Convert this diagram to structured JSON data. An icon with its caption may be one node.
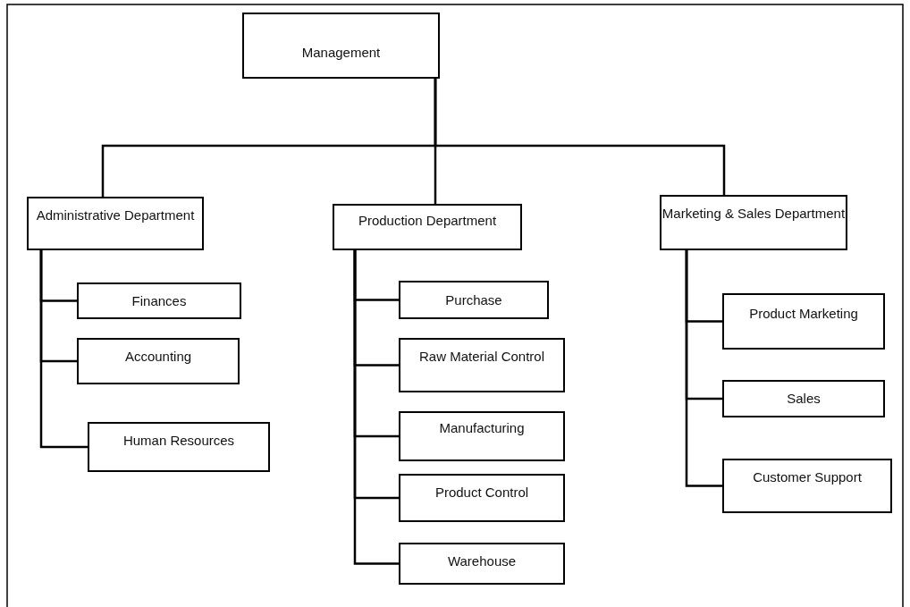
{
  "diagram": {
    "nodes": [
      {
        "text": [
          "Management"
        ]
      },
      {
        "text": [
          "Administrative Department"
        ]
      },
      {
        "text": [
          "Production Department"
        ]
      },
      {
        "text": [
          "Marketing & Sales Department"
        ]
      },
      {
        "text": [
          "Finances"
        ]
      },
      {
        "text": [
          "Accounting"
        ]
      },
      {
        "text": [
          "Human Resources"
        ]
      },
      {
        "text": [
          "Purchase"
        ]
      },
      {
        "text": [
          "Raw Material Control"
        ]
      },
      {
        "text": [
          "Manufacturing"
        ]
      },
      {
        "text": [
          "Product Control"
        ]
      },
      {
        "text": [
          "Warehouse"
        ]
      },
      {
        "text": [
          "Product Marketing"
        ]
      },
      {
        "text": [
          "Sales"
        ]
      },
      {
        "text": [
          "Customer Support"
        ]
      }
    ],
    "edges": [
      {
        "from": 0,
        "to": 1,
        "arrow": "none"
      },
      {
        "from": 0,
        "to": 2,
        "arrow": "none"
      },
      {
        "from": 0,
        "to": 3,
        "arrow": "none"
      },
      {
        "from": 1,
        "to": 4,
        "arrow": "none"
      },
      {
        "from": 1,
        "to": 5,
        "arrow": "none"
      },
      {
        "from": 1,
        "to": 6,
        "arrow": "none"
      },
      {
        "from": 2,
        "to": 7,
        "arrow": "none"
      },
      {
        "from": 2,
        "to": 8,
        "arrow": "none"
      },
      {
        "from": 2,
        "to": 9,
        "arrow": "none"
      },
      {
        "from": 2,
        "to": 10,
        "arrow": "none"
      },
      {
        "from": 2,
        "to": 11,
        "arrow": "none"
      },
      {
        "from": 3,
        "to": 12,
        "arrow": "none"
      },
      {
        "from": 3,
        "to": 13,
        "arrow": "none"
      },
      {
        "from": 3,
        "to": 14,
        "arrow": "none"
      }
    ]
  }
}
